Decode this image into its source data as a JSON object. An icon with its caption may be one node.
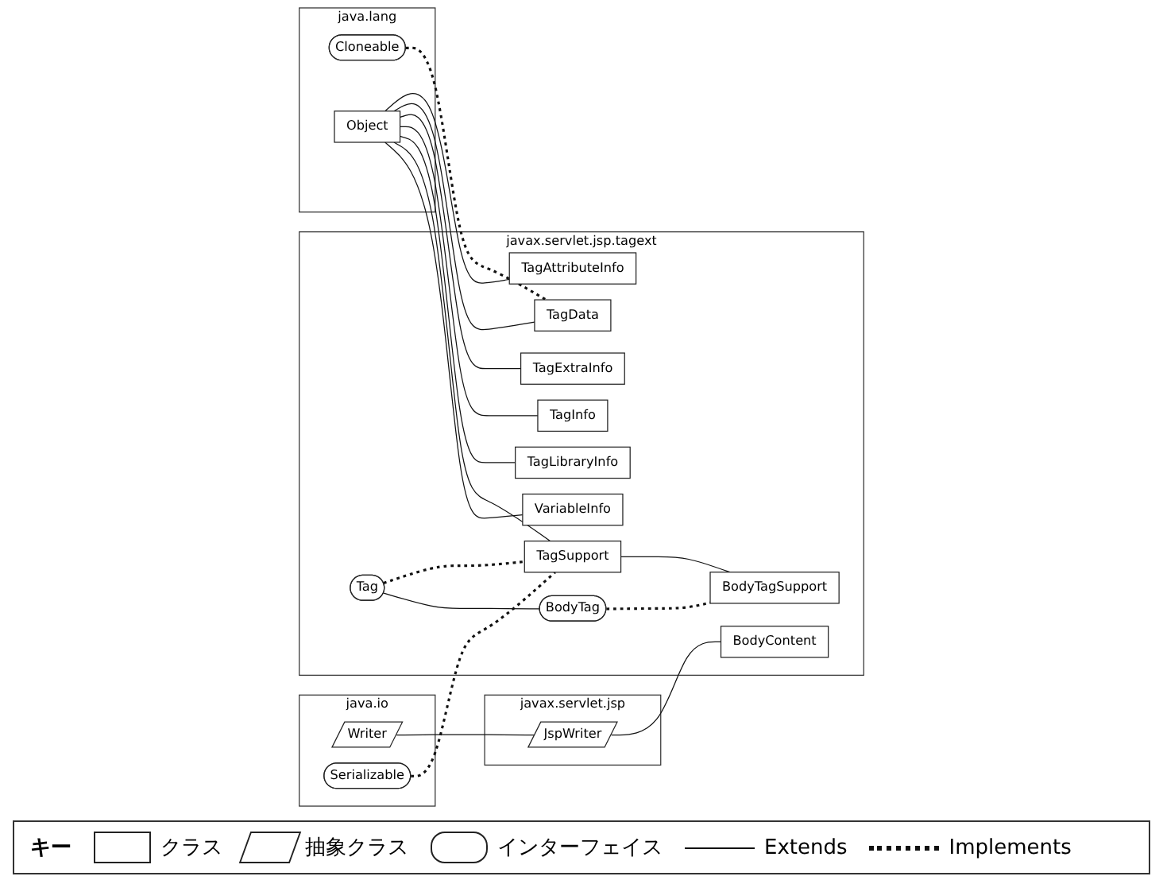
{
  "diagram": {
    "nodes": [
      {
        "text": [
          "java.lang"
        ]
      },
      {
        "text": [
          "Cloneable"
        ],
        "in": 0
      },
      {
        "text": [
          "Object"
        ],
        "in": 0
      },
      {
        "text": [
          "java.io"
        ]
      },
      {
        "text": [
          "Writer"
        ],
        "in": 3
      },
      {
        "text": [
          "Serializable"
        ],
        "in": 3
      },
      {
        "text": [
          "javax.servlet.jsp"
        ]
      },
      {
        "text": [
          "JspWriter"
        ],
        "in": 6
      },
      {
        "text": [
          "javax.servlet.jsp.tagext"
        ]
      },
      {
        "text": [
          "TagAttributeInfo"
        ],
        "in": 8
      },
      {
        "text": [
          "TagData"
        ],
        "in": 8
      },
      {
        "text": [
          "TagExtraInfo"
        ],
        "in": 8
      },
      {
        "text": [
          "TagInfo"
        ],
        "in": 8
      },
      {
        "text": [
          "TagLibraryInfo"
        ],
        "in": 8
      },
      {
        "text": [
          "TagSupport"
        ],
        "in": 8
      },
      {
        "text": [
          "BodyTagSupport"
        ],
        "in": 8
      },
      {
        "text": [
          "VariableInfo"
        ],
        "in": 8
      },
      {
        "text": [
          "BodyContent"
        ],
        "in": 8
      },
      {
        "text": [
          "Tag"
        ],
        "in": 8
      },
      {
        "text": [
          "BodyTag"
        ],
        "in": 8
      }
    ],
    "edges": [
      {
        "from": 2,
        "to": 9,
        "arrow": "none"
      },
      {
        "from": 2,
        "to": 10,
        "arrow": "none"
      },
      {
        "from": 2,
        "to": 11,
        "arrow": "none"
      },
      {
        "from": 2,
        "to": 12,
        "arrow": "none"
      },
      {
        "from": 2,
        "to": 13,
        "arrow": "none"
      },
      {
        "from": 2,
        "to": 14,
        "arrow": "none"
      },
      {
        "from": 2,
        "to": 16,
        "arrow": "none"
      },
      {
        "from": 1,
        "to": 10,
        "arrow": "none",
        "style": "dashed"
      },
      {
        "from": 4,
        "to": 7,
        "arrow": "none"
      },
      {
        "from": 7,
        "to": 17,
        "arrow": "none"
      },
      {
        "from": 5,
        "to": 14,
        "arrow": "none",
        "style": "dashed"
      },
      {
        "from": 14,
        "to": 15,
        "arrow": "none"
      },
      {
        "from": 18,
        "to": 14,
        "arrow": "none",
        "style": "dashed"
      },
      {
        "from": 18,
        "to": 19,
        "arrow": "none"
      },
      {
        "from": 19,
        "to": 15,
        "arrow": "none",
        "style": "dashed"
      }
    ],
    "labels": [
      "キー"
    ],
    "legend": [
      {
        "text": "クラス"
      },
      {
        "text": "抽象クラス"
      },
      {
        "text": "インターフェイス"
      },
      {
        "text": "Extends"
      },
      {
        "text": "Implements"
      }
    ]
  }
}
